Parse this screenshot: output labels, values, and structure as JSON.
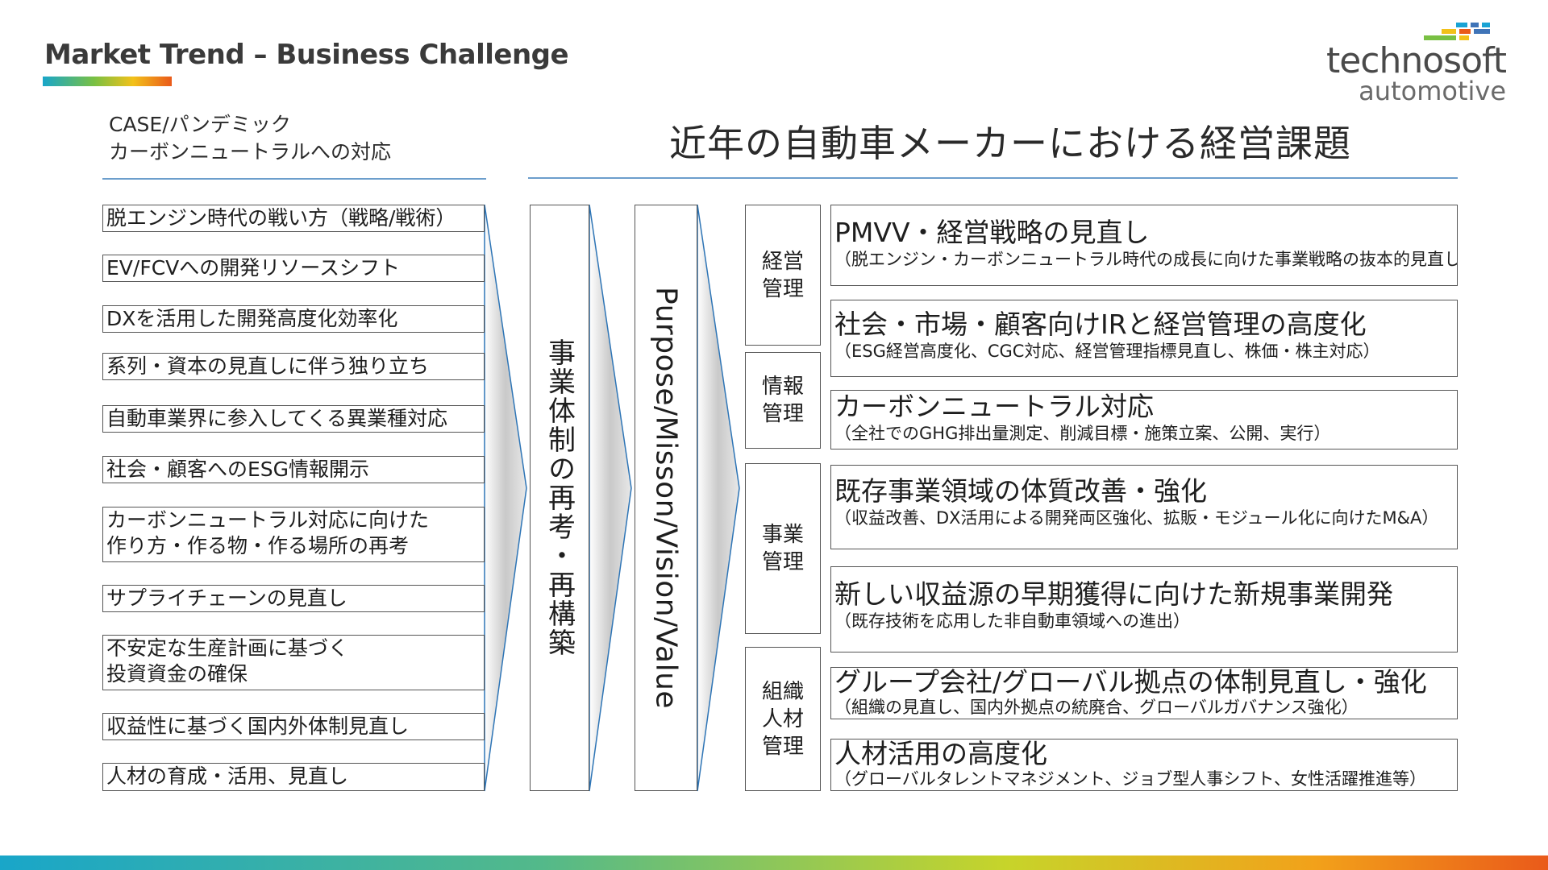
{
  "header": {
    "title": "Market Trend – Business Challenge",
    "logo_line1": "technosoft",
    "logo_line2": "automotive"
  },
  "colors": {
    "logo_marks": [
      "#1aa3d4",
      "#f2c11a",
      "#ea5a1a",
      "#3f74b8",
      "#79c043"
    ],
    "accent_rule": "#2e75b6"
  },
  "left": {
    "case_line1": "CASE/パンデミック",
    "case_line2": "カーボンニュートラルへの対応",
    "items": [
      {
        "line1": "脱エンジン時代の戦い方（戦略/戦術）",
        "line2": ""
      },
      {
        "line1": "EV/FCVへの開発リソースシフト",
        "line2": ""
      },
      {
        "line1": "DXを活用した開発高度化効率化",
        "line2": ""
      },
      {
        "line1": "系列・資本の見直しに伴う独り立ち",
        "line2": ""
      },
      {
        "line1": "自動車業界に参入してくる異業種対応",
        "line2": ""
      },
      {
        "line1": "社会・顧客へのESG情報開示",
        "line2": ""
      },
      {
        "line1": "カーボンニュートラル対応に向けた",
        "line2": "作り方・作る物・作る場所の再考"
      },
      {
        "line1": "サプライチェーンの見直し",
        "line2": ""
      },
      {
        "line1": "不安定な生産計画に基づく",
        "line2": "投資資金の確保"
      },
      {
        "line1": "収益性に基づく国内外体制見直し",
        "line2": ""
      },
      {
        "line1": "人材の育成・活用、見直し",
        "line2": ""
      }
    ]
  },
  "middle": {
    "restructure": "事業体制の再考・再構築",
    "pmvv": "Purpose/Misson/Vision/Value"
  },
  "right": {
    "heading": "近年の自動車メーカーにおける経営課題",
    "categories": [
      {
        "line1": "経営",
        "line2": "管理",
        "line3": ""
      },
      {
        "line1": "情報",
        "line2": "管理",
        "line3": ""
      },
      {
        "line1": "事業",
        "line2": "管理",
        "line3": ""
      },
      {
        "line1": "組織",
        "line2": "人材",
        "line3": "管理"
      }
    ],
    "items": [
      {
        "main": "PMVV・経営戦略の見直し",
        "sub": "（脱エンジン・カーボンニュートラル時代の成長に向けた事業戦略の抜本的見直し）"
      },
      {
        "main": "社会・市場・顧客向けIRと経営管理の高度化",
        "sub": "（ESG経営高度化、CGC対応、経営管理指標見直し、株価・株主対応）"
      },
      {
        "main": "カーボンニュートラル対応",
        "sub": "（全社でのGHG排出量測定、削減目標・施策立案、公開、実行）"
      },
      {
        "main": "既存事業領域の体質改善・強化",
        "sub": "（収益改善、DX活用による開発両区強化、拡販・モジュール化に向けたM&A）"
      },
      {
        "main": "新しい収益源の早期獲得に向けた新規事業開発",
        "sub": "（既存技術を応用した非自動車領域への進出）"
      },
      {
        "main": "グループ会社/グローバル拠点の体制見直し・強化",
        "sub": "（組織の見直し、国内外拠点の統廃合、グローバルガバナンス強化）"
      },
      {
        "main": "人材活用の高度化",
        "sub": "（グローバルタレントマネジメント、ジョブ型人事シフト、女性活躍推進等）"
      }
    ]
  }
}
